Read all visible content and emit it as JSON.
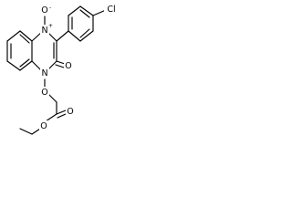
{
  "molecule": {
    "atoms": {
      "n_oxide_o": "O",
      "n_oxide_n": "N",
      "n_oxide_plus": "+",
      "n_oxide_minus": "-",
      "ring_n_lower": "N",
      "carbonyl_o": "O",
      "n_o_oxygen": "O",
      "ester_o_double": "O",
      "ester_o_single": "O",
      "chloro": "Cl"
    }
  }
}
